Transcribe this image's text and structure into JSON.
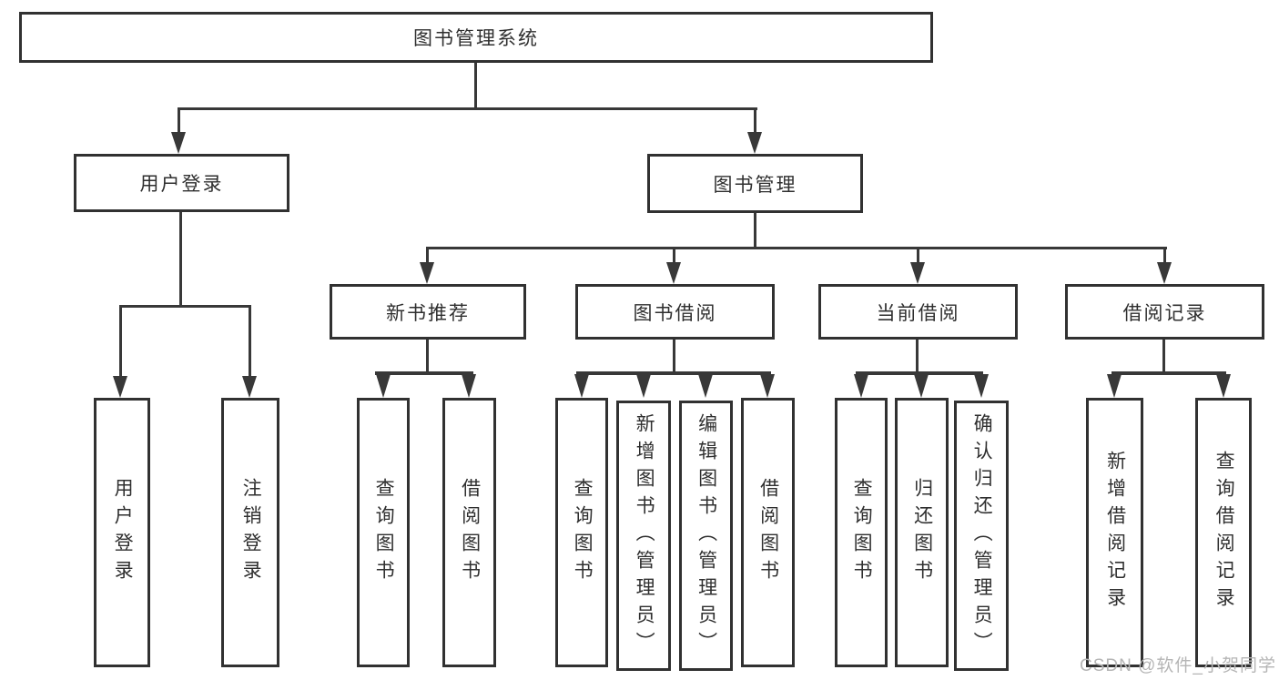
{
  "diagram": {
    "root": {
      "label": "图书管理系统"
    },
    "branches": [
      {
        "label": "用户登录",
        "children": [
          {
            "label": "用户登录"
          },
          {
            "label": "注销登录"
          }
        ]
      },
      {
        "label": "图书管理",
        "children": [
          {
            "label": "新书推荐",
            "children": [
              {
                "label": "查询图书"
              },
              {
                "label": "借阅图书"
              }
            ]
          },
          {
            "label": "图书借阅",
            "children": [
              {
                "label": "查询图书"
              },
              {
                "label": "新增图书（管理员）"
              },
              {
                "label": "编辑图书（管理员）"
              },
              {
                "label": "借阅图书"
              }
            ]
          },
          {
            "label": "当前借阅",
            "children": [
              {
                "label": "查询图书"
              },
              {
                "label": "归还图书"
              },
              {
                "label": "确认归还（管理员）"
              }
            ]
          },
          {
            "label": "借阅记录",
            "children": [
              {
                "label": "新增借阅记录"
              },
              {
                "label": "查询借阅记录"
              }
            ]
          }
        ]
      }
    ]
  },
  "watermark": {
    "text": "CSDN @软件_小贺同学"
  },
  "colors": {
    "line": "#383838",
    "box_border": "#313131",
    "text": "#2f2f2f",
    "watermark": "#b5b5b5",
    "background": "#ffffff"
  }
}
